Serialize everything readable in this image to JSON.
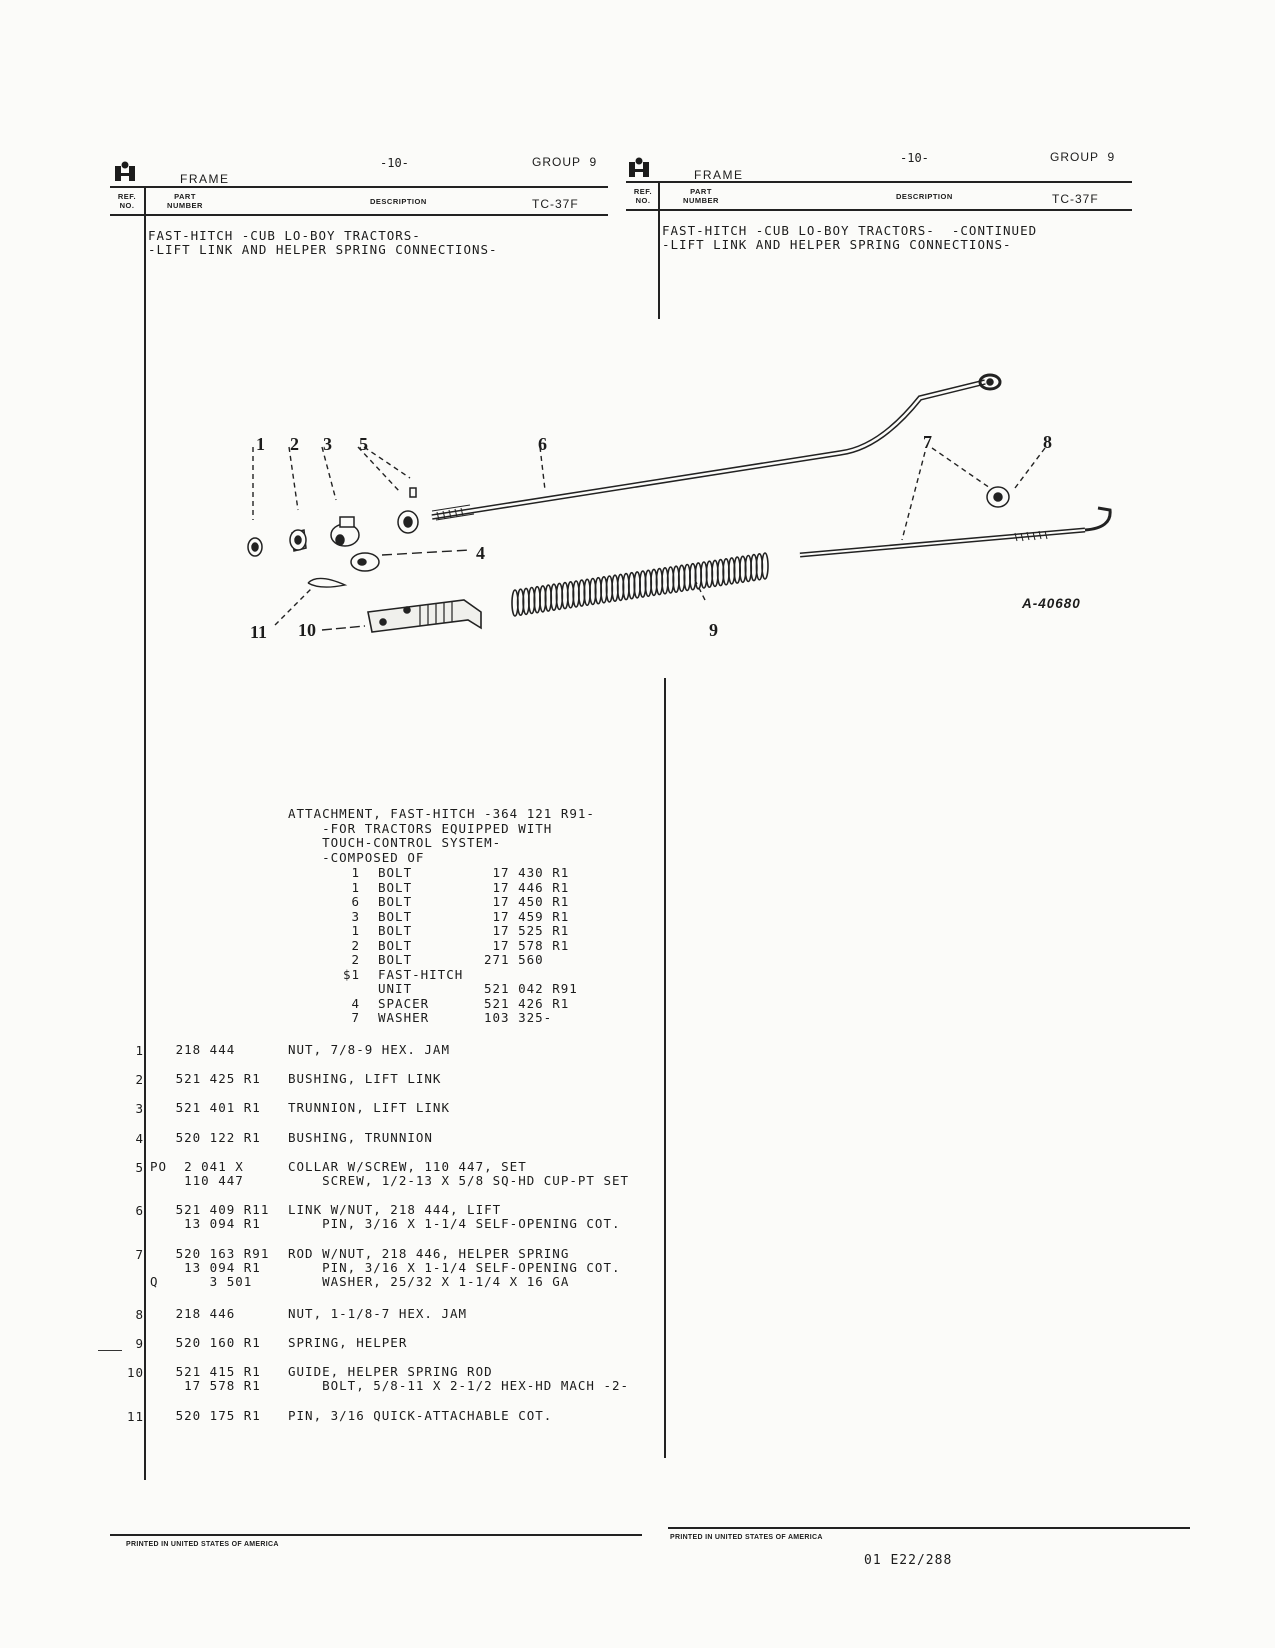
{
  "left_page": {
    "section": "FRAME",
    "page_num": "-10-",
    "group": "GROUP  9",
    "col_ref": [
      "REF.",
      "NO."
    ],
    "col_part": [
      "PART",
      "NUMBER"
    ],
    "col_desc": "DESCRIPTION",
    "code": "TC-37F",
    "title_lines": [
      "FAST-HITCH -CUB LO-BOY TRACTORS-",
      "-LIFT LINK AND HELPER SPRING CONNECTIONS-"
    ],
    "footer": "PRINTED IN UNITED STATES OF AMERICA"
  },
  "right_page": {
    "section": "FRAME",
    "page_num": "-10-",
    "group": "GROUP  9",
    "col_ref": [
      "REF.",
      "NO."
    ],
    "col_part": [
      "PART",
      "NUMBER"
    ],
    "col_desc": "DESCRIPTION",
    "code": "TC-37F",
    "title_lines": [
      "FAST-HITCH -CUB LO-BOY TRACTORS-  -CONTINUED",
      "-LIFT LINK AND HELPER SPRING CONNECTIONS-"
    ],
    "footer": "PRINTED IN UNITED STATES OF AMERICA",
    "doc_id": "01 E22/288"
  },
  "diagram": {
    "ref_code": "A-40680",
    "callouts": [
      "1",
      "2",
      "3",
      "5",
      "6",
      "4",
      "11",
      "10",
      "9",
      "7",
      "8"
    ]
  },
  "attachment": {
    "header_lines": [
      "ATTACHMENT, FAST-HITCH -364 121 R91-",
      "    -FOR TRACTORS EQUIPPED WITH",
      "    TOUCH-CONTROL SYSTEM-",
      "    -COMPOSED OF"
    ],
    "components": [
      {
        "qty": "1",
        "name": "BOLT",
        "part": " 17 430 R1"
      },
      {
        "qty": "1",
        "name": "BOLT",
        "part": " 17 446 R1"
      },
      {
        "qty": "6",
        "name": "BOLT",
        "part": " 17 450 R1"
      },
      {
        "qty": "3",
        "name": "BOLT",
        "part": " 17 459 R1"
      },
      {
        "qty": "1",
        "name": "BOLT",
        "part": " 17 525 R1"
      },
      {
        "qty": "2",
        "name": "BOLT",
        "part": " 17 578 R1"
      },
      {
        "qty": "2",
        "name": "BOLT",
        "part": "271 560"
      },
      {
        "qty": "$1",
        "name": "FAST-HITCH",
        "part": ""
      },
      {
        "qty": "",
        "name": "UNIT",
        "part": "521 042 R91"
      },
      {
        "qty": "4",
        "name": "SPACER",
        "part": "521 426 R1"
      },
      {
        "qty": "7",
        "name": "WASHER",
        "part": "103 325-"
      }
    ]
  },
  "parts": [
    {
      "ref": "1",
      "part": "   218 444",
      "desc": "NUT, 7/8-9 HEX. JAM"
    },
    {
      "ref": "2",
      "part": "   521 425 R1",
      "desc": "BUSHING, LIFT LINK"
    },
    {
      "ref": "3",
      "part": "   521 401 R1",
      "desc": "TRUNNION, LIFT LINK"
    },
    {
      "ref": "4",
      "part": "   520 122 R1",
      "desc": "BUSHING, TRUNNION"
    },
    {
      "ref": "5",
      "part": "PO  2 041 X\n    110 447",
      "desc": "COLLAR W/SCREW, 110 447, SET\n    SCREW, 1/2-13 X 5/8 SQ-HD CUP-PT SET"
    },
    {
      "ref": "6",
      "part": "   521 409 R11\n    13 094 R1",
      "desc": "LINK W/NUT, 218 444, LIFT\n    PIN, 3/16 X 1-1/4 SELF-OPENING COT."
    },
    {
      "ref": "7",
      "part": "   520 163 R91\n    13 094 R1\nQ      3 501",
      "desc": "ROD W/NUT, 218 446, HELPER SPRING\n    PIN, 3/16 X 1-1/4 SELF-OPENING COT.\n    WASHER, 25/32 X 1-1/4 X 16 GA"
    },
    {
      "ref": "8",
      "part": "   218 446",
      "desc": "NUT, 1-1/8-7 HEX. JAM"
    },
    {
      "ref": "9",
      "part": "   520 160 R1",
      "desc": "SPRING, HELPER"
    },
    {
      "ref": "10",
      "part": "   521 415 R1\n    17 578 R1",
      "desc": "GUIDE, HELPER SPRING ROD\n    BOLT, 5/8-11 X 2-1/2 HEX-HD MACH -2-"
    },
    {
      "ref": "11",
      "part": "   520 175 R1",
      "desc": "PIN, 3/16 QUICK-ATTACHABLE COT."
    }
  ]
}
